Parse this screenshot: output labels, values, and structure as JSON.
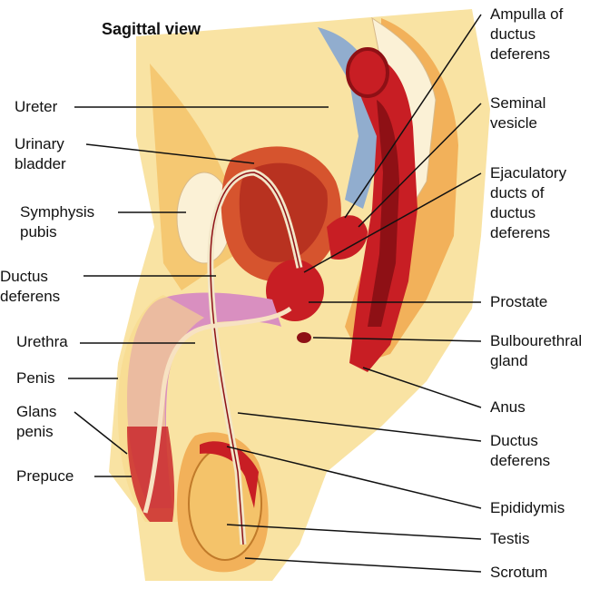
{
  "title": "Sagittal view",
  "labels_left": [
    {
      "id": "ureter",
      "text": "Ureter"
    },
    {
      "id": "urinary-bladder",
      "text": "Urinary\nbladder"
    },
    {
      "id": "symphysis-pubis",
      "text": "Symphysis\npubis"
    },
    {
      "id": "ductus-deferens-left",
      "text": "Ductus\ndeferens"
    },
    {
      "id": "urethra",
      "text": "Urethra"
    },
    {
      "id": "penis",
      "text": "Penis"
    },
    {
      "id": "glans-penis",
      "text": "Glans\npenis"
    },
    {
      "id": "prepuce",
      "text": "Prepuce"
    }
  ],
  "labels_right": [
    {
      "id": "ampulla",
      "text": "Ampulla of\nductus\ndeferens"
    },
    {
      "id": "seminal-vesicle",
      "text": "Seminal\nvesicle"
    },
    {
      "id": "ejaculatory-ducts",
      "text": "Ejaculatory\nducts of\nductus\ndeferens"
    },
    {
      "id": "prostate",
      "text": "Prostate"
    },
    {
      "id": "bulbourethral-gland",
      "text": "Bulbourethral\ngland"
    },
    {
      "id": "anus",
      "text": "Anus"
    },
    {
      "id": "ductus-deferens-right",
      "text": "Ductus\ndeferens"
    },
    {
      "id": "epididymis",
      "text": "Epididymis"
    },
    {
      "id": "testis",
      "text": "Testis"
    },
    {
      "id": "scrotum",
      "text": "Scrotum"
    }
  ],
  "colors": {
    "skin": "#f7d88a",
    "fat": "#f4c36a",
    "muscle": "#c81e24",
    "dark_red": "#8e1015",
    "bladder": "#d6542e",
    "penis_pink": "#d98fc0",
    "blue_vessel": "#7fa3d6",
    "bone": "#fbf1d6",
    "line": "#111111"
  }
}
